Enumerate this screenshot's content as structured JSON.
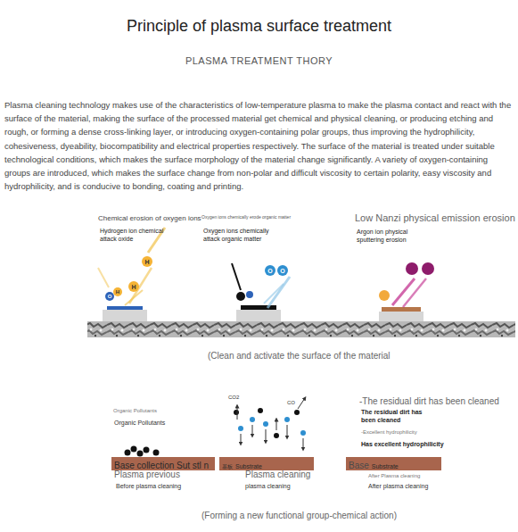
{
  "diagram": {
    "title": "Principle of plasma surface treatment",
    "caption": "(Forming a new functional group-chemical action)",
    "nodes": [
      {
        "text": [
          "Base collection Sut stl n"
        ]
      },
      {
        "text": [
          "基板",
          "Substrate"
        ]
      },
      {
        "text": [
          "Base",
          "Substrate"
        ]
      }
    ],
    "labels": [
      "PLASMA TREATMENT THORY",
      "Plasma cleaning technology makes use of the characteristics of low-temperature plasma to make the plasma contact and react with the surface of the material, making the surface of the processed material get chemical and physical cleaning, or producing etching and rough, or forming a dense cross-linking layer, or introducing oxygen-containing polar groups, thus improving the hydrophilicity, cohesiveness, dyeability, biocompatibility and electrical properties respectively. The surface of the material is treated under suitable technological conditions, which makes the surface morphology of the material change significantly. A variety of oxygen-containing groups are introduced, which makes the surface change from non-polar and difficult viscosity to certain polarity, easy viscosity and hydrophilicity, and is conducive to bonding, coating and printing.",
      "Chemical erosion of oxygen ions",
      "Hydrogen ion chemical attack oxide",
      "Oxygen ions chemically erode organic matter",
      "Oxygen ions chemically attack organic matter",
      "Low Nanzi physical emission erosion",
      "Argon ion physical sputtering erosion",
      "H",
      "H",
      "O",
      "H",
      "O",
      "O",
      "(Clean and activate the surface of the material",
      "Organic Pollutants",
      "Organic Pollutants",
      "CO2",
      "CO",
      "-The residual dirt has been cleaned",
      "The residual dirt has been cleaned",
      "-Excellent hydrophilicity",
      "Has excellent hydrophilicity",
      "Plasma previous",
      "Before plasma cleaning",
      "Plasma cleaning",
      "plasma cleaning",
      "After Plasma cleaning",
      "After plasma cleaning"
    ]
  }
}
